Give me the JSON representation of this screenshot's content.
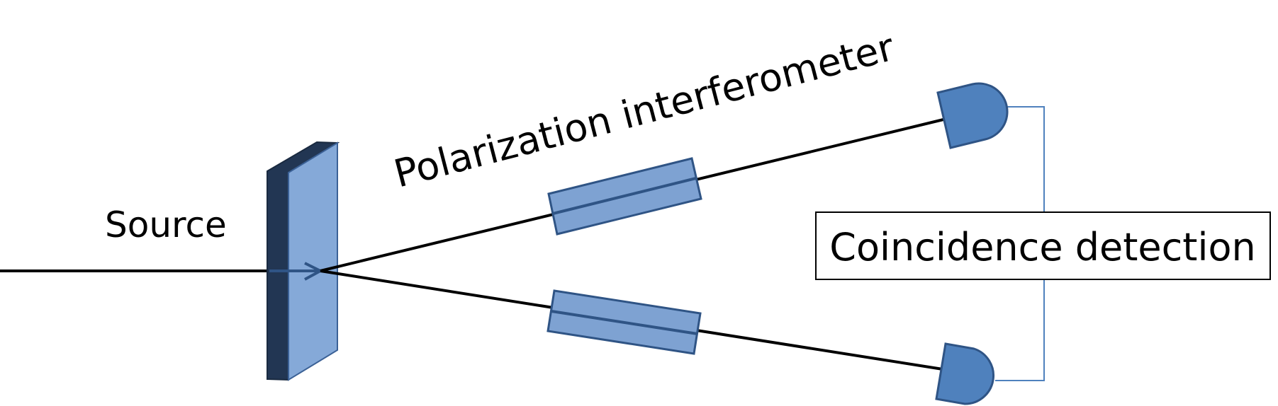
{
  "labels": {
    "source": "Source",
    "interferometer": "Polarization interferometer",
    "coincidence": "Coincidence detection"
  },
  "colors": {
    "beam": "#000000",
    "crystal_front": "#85a9d8",
    "crystal_side": "#223653",
    "crystal_edge": "#3b6196",
    "plate_fill": "#7ea2d2",
    "plate_edge": "#2f5485",
    "detector_fill": "#4f81bd",
    "detector_edge": "#2f5485",
    "wire": "#4f81bd",
    "box_border": "#000000"
  },
  "icons": {
    "crystal": "nonlinear-crystal-icon",
    "plate": "waveplate-icon",
    "detector": "detector-icon"
  }
}
